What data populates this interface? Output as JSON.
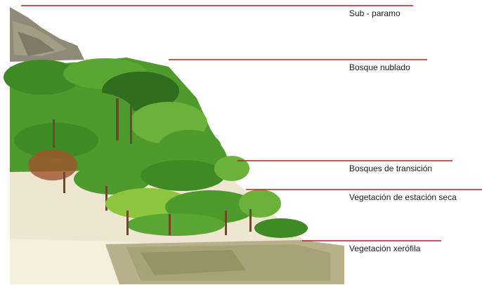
{
  "colors": {
    "leader_line": "#b22222",
    "rock": "#8f8a78",
    "tree_dark": "#2f6d1f",
    "tree_mid": "#4f9a2c",
    "tree_light": "#8cc63f",
    "trunk": "#6b4a2b",
    "ground": "#efe6d2",
    "scrub": "#b7b08a"
  },
  "zones": [
    {
      "id": "sub-paramo",
      "label": "Sub - paramo"
    },
    {
      "id": "bosque-nublado",
      "label": "Bosque nublado"
    },
    {
      "id": "bosques-transicion",
      "label": "Bosques de transición"
    },
    {
      "id": "vegetacion-estacion-seca",
      "label": "Vegetación de estación seca"
    },
    {
      "id": "vegetacion-xerofila",
      "label": "Vegetación xerófila"
    }
  ]
}
